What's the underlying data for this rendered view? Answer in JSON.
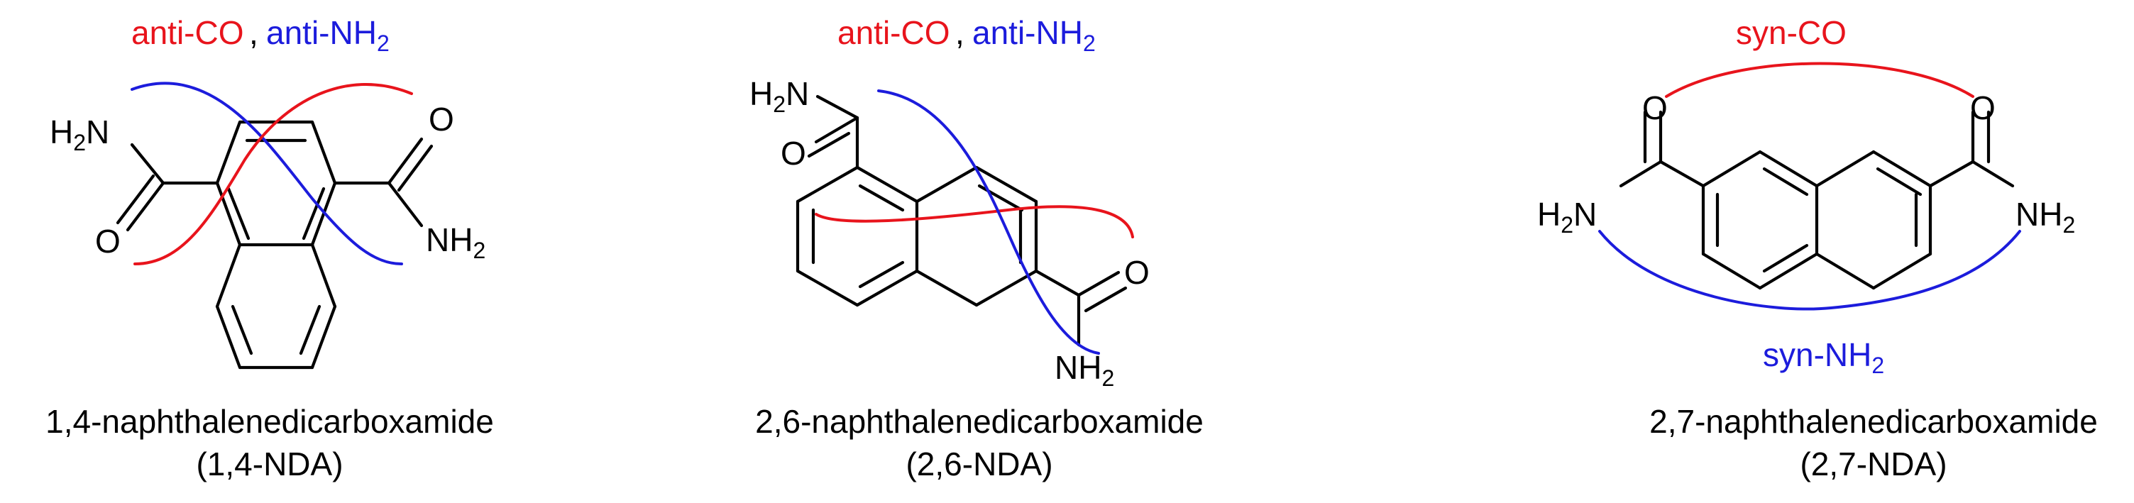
{
  "colors": {
    "co": "#e8141c",
    "nh2": "#1c1cdc",
    "ink": "#000000"
  },
  "molecules": [
    {
      "caption_name": "1,4-naphthalenedicarboxamide",
      "caption_abbr": "(1,4-NDA)",
      "label_co": "anti-CO",
      "label_sep": ",",
      "label_nh2_main": "anti-NH",
      "label_nh2_sub": "2",
      "atoms": {
        "amine_left_main": "H",
        "amine_left_sub": "2",
        "amine_left_tail": "N",
        "oxygen_left": "O",
        "oxygen_right": "O",
        "amine_right_main": "NH",
        "amine_right_sub": "2"
      }
    },
    {
      "caption_name": "2,6-naphthalenedicarboxamide",
      "caption_abbr": "(2,6-NDA)",
      "label_co": "anti-CO",
      "label_sep": ",",
      "label_nh2_main": "anti-NH",
      "label_nh2_sub": "2",
      "atoms": {
        "amine_top_main": "H",
        "amine_top_sub": "2",
        "amine_top_tail": "N",
        "oxygen_left": "O",
        "oxygen_right": "O",
        "amine_bottom_main": "NH",
        "amine_bottom_sub": "2"
      }
    },
    {
      "caption_name": "2,7-naphthalenedicarboxamide",
      "caption_abbr": "(2,7-NDA)",
      "label_co": "syn-CO",
      "label_nh2_main": "syn-NH",
      "label_nh2_sub": "2",
      "atoms": {
        "amine_left_main": "H",
        "amine_left_sub": "2",
        "amine_left_tail": "N",
        "oxygen_left": "O",
        "oxygen_right": "O",
        "amine_right_main": "NH",
        "amine_right_sub": "2"
      }
    }
  ]
}
